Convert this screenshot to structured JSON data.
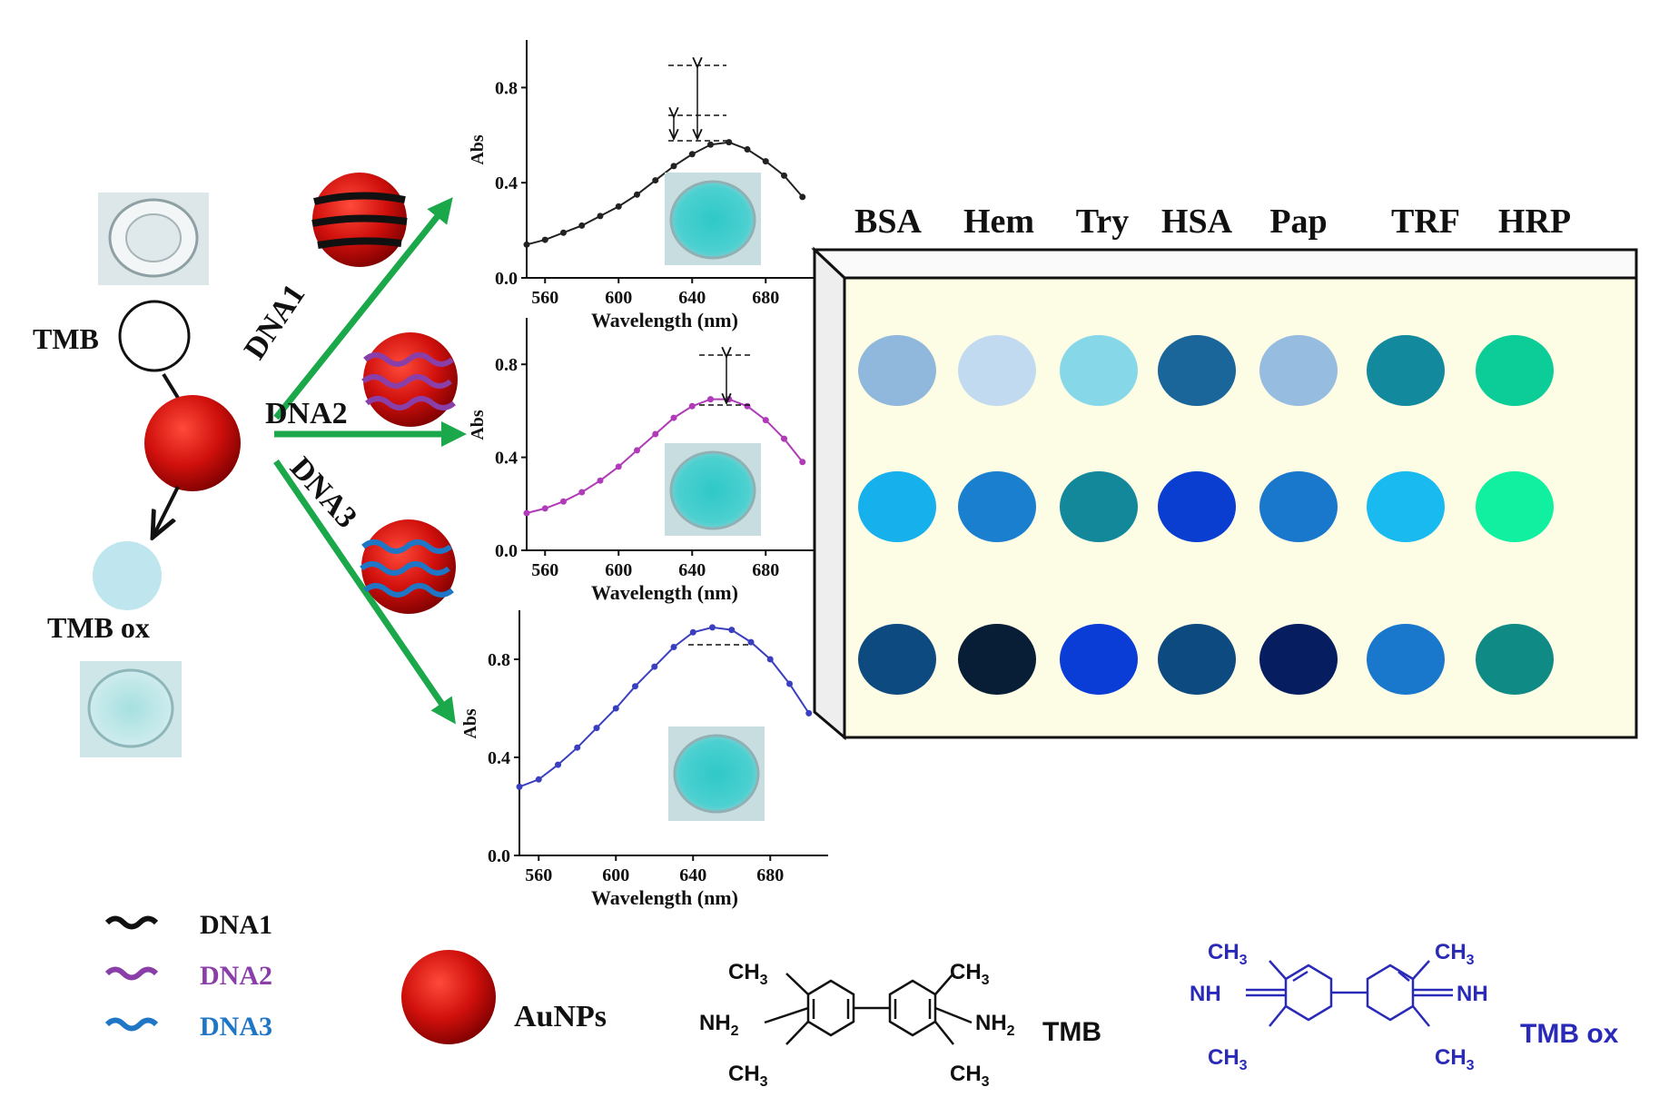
{
  "labels": {
    "tmb": "TMB",
    "tmb_ox": "TMB ox",
    "dna1": "DNA1",
    "dna2": "DNA2",
    "dna3": "DNA3"
  },
  "legend": {
    "items": [
      {
        "label": "DNA1",
        "color": "#111111"
      },
      {
        "label": "DNA2",
        "color": "#8a3fa8"
      },
      {
        "label": "DNA3",
        "color": "#1f76c4"
      }
    ],
    "aunps": "AuNPs"
  },
  "structures": {
    "tmb": {
      "ch3": "CH",
      "sub": "3",
      "nh2": "NH",
      "nh2_sub": "2",
      "name": "TMB"
    },
    "tmb_ox": {
      "ch3": "CH",
      "sub": "3",
      "nh": "NH",
      "name": "TMB ox"
    }
  },
  "colors": {
    "arrow": "#1aa84a",
    "gold": "#cc1010",
    "panel": "#fdfde6",
    "tmb_ox_spot": "#bfe6ee"
  },
  "chart_data": [
    {
      "type": "line",
      "xlabel": "Wavelength (nm)",
      "ylabel": "Abs",
      "xlim": [
        550,
        710
      ],
      "ylim": [
        0,
        1.0
      ],
      "xticks": [
        560,
        600,
        640,
        680
      ],
      "yticks": [
        0.0,
        0.4,
        0.8
      ],
      "color": "#222222",
      "series": [
        {
          "x": [
            550,
            560,
            570,
            580,
            590,
            600,
            610,
            620,
            630,
            640,
            650,
            660,
            670,
            680,
            690,
            700
          ],
          "y": [
            0.14,
            0.16,
            0.19,
            0.22,
            0.26,
            0.3,
            0.35,
            0.41,
            0.47,
            0.52,
            0.56,
            0.57,
            0.54,
            0.49,
            0.43,
            0.34
          ]
        }
      ]
    },
    {
      "type": "line",
      "xlabel": "Wavelength (nm)",
      "ylabel": "Abs",
      "xlim": [
        550,
        710
      ],
      "ylim": [
        0,
        1.0
      ],
      "xticks": [
        560,
        600,
        640,
        680
      ],
      "yticks": [
        0.0,
        0.4,
        0.8
      ],
      "color": "#b03ab8",
      "series": [
        {
          "x": [
            550,
            560,
            570,
            580,
            590,
            600,
            610,
            620,
            630,
            640,
            650,
            660,
            670,
            680,
            690,
            700
          ],
          "y": [
            0.16,
            0.18,
            0.21,
            0.25,
            0.3,
            0.36,
            0.43,
            0.5,
            0.57,
            0.62,
            0.65,
            0.65,
            0.62,
            0.56,
            0.48,
            0.38
          ]
        }
      ]
    },
    {
      "type": "line",
      "xlabel": "Wavelength (nm)",
      "ylabel": "Abs",
      "xlim": [
        550,
        710
      ],
      "ylim": [
        0,
        1.0
      ],
      "xticks": [
        560,
        600,
        640,
        680
      ],
      "yticks": [
        0.0,
        0.4,
        0.8
      ],
      "color": "#3a3fc0",
      "series": [
        {
          "x": [
            550,
            560,
            570,
            580,
            590,
            600,
            610,
            620,
            630,
            640,
            650,
            660,
            670,
            680,
            690,
            700
          ],
          "y": [
            0.28,
            0.31,
            0.37,
            0.44,
            0.52,
            0.6,
            0.69,
            0.77,
            0.85,
            0.91,
            0.93,
            0.92,
            0.87,
            0.8,
            0.7,
            0.58
          ]
        }
      ]
    },
    {
      "type": "heatmap",
      "columns": [
        "BSA",
        "Hem",
        "Try",
        "HSA",
        "Pap",
        "TRF",
        "HRP"
      ],
      "rows": 3,
      "colors": [
        [
          "#90b8dc",
          "#c2daf0",
          "#86d8e8",
          "#1a6599",
          "#96bce0",
          "#12899c",
          "#0ccc98"
        ],
        [
          "#16b0ec",
          "#1a7fce",
          "#12889a",
          "#0a3ed0",
          "#1a78cc",
          "#18baf0",
          "#10f0a0"
        ],
        [
          "#0c4a80",
          "#071e36",
          "#0a3cd6",
          "#0c4a80",
          "#061e60",
          "#1a78cc",
          "#108a84"
        ]
      ]
    }
  ]
}
